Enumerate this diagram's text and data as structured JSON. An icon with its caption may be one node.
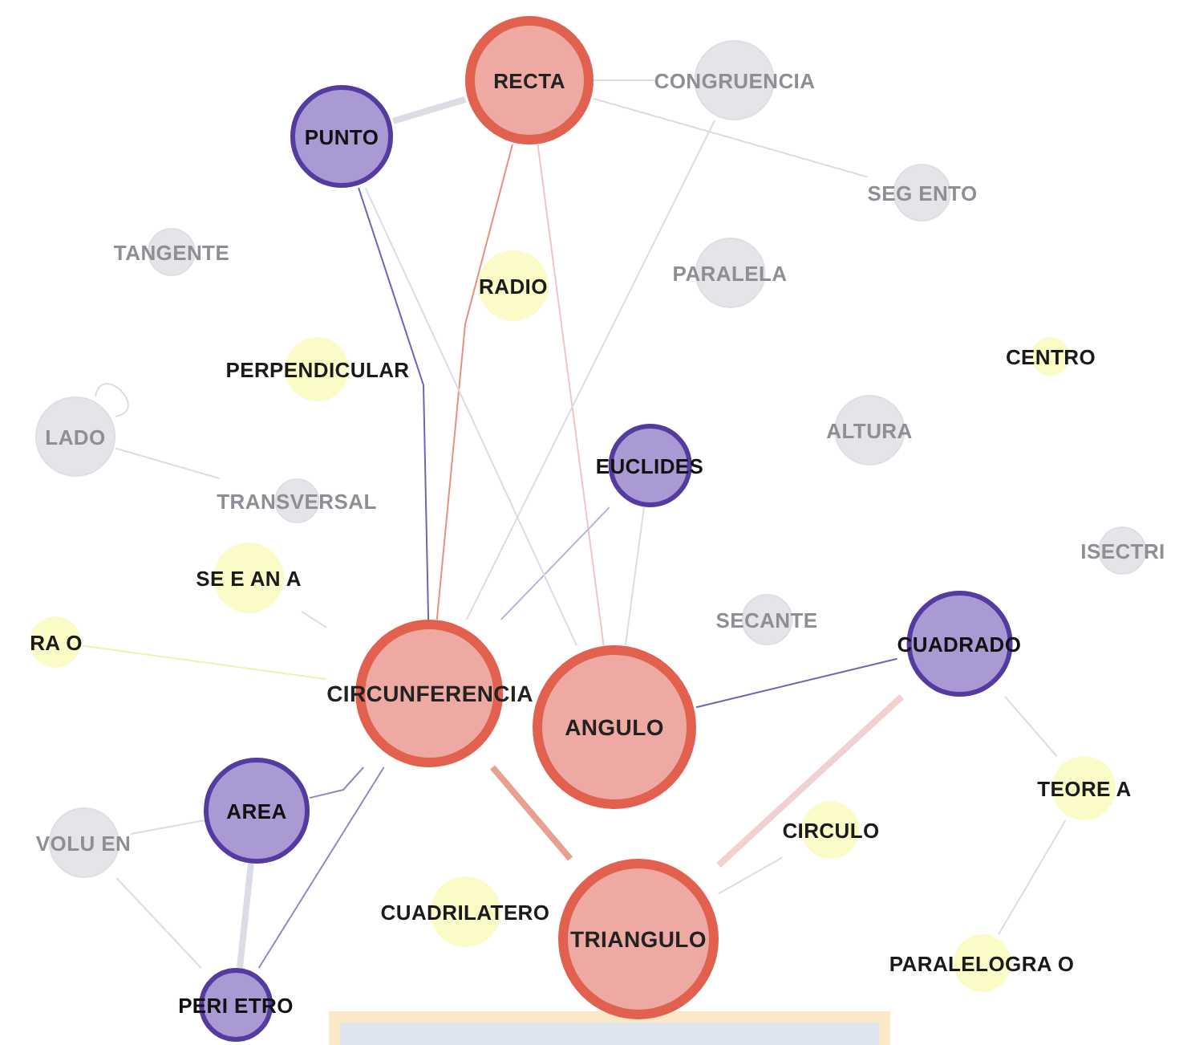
{
  "diagram": {
    "nodes": [
      {
        "text": [
          "RECTA"
        ]
      },
      {
        "text": [
          "PUNTO"
        ]
      },
      {
        "text": [
          "CONGRUENCIA"
        ]
      },
      {
        "text": [
          "SEG ENTO"
        ]
      },
      {
        "text": [
          "TANGENTE"
        ]
      },
      {
        "text": [
          "RADIO"
        ]
      },
      {
        "text": [
          "PARALELA"
        ]
      },
      {
        "text": [
          "PERPENDICULAR"
        ]
      },
      {
        "text": [
          "CENTRO"
        ]
      },
      {
        "text": [
          "LADO"
        ]
      },
      {
        "text": [
          "ALTURA"
        ]
      },
      {
        "text": [
          "EUCLIDES"
        ]
      },
      {
        "text": [
          "TRANSVERSAL"
        ]
      },
      {
        "text": [
          "SE E AN A"
        ]
      },
      {
        "text": [
          "ISECTRI"
        ]
      },
      {
        "text": [
          "RA O"
        ]
      },
      {
        "text": [
          "SECANTE"
        ]
      },
      {
        "text": [
          "CUADRADO"
        ]
      },
      {
        "text": [
          "CIRCUNFERENCIA"
        ]
      },
      {
        "text": [
          "ANGULO"
        ]
      },
      {
        "text": [
          "AREA"
        ]
      },
      {
        "text": [
          "TEORE A"
        ]
      },
      {
        "text": [
          "VOLU EN"
        ]
      },
      {
        "text": [
          "CIRCULO"
        ]
      },
      {
        "text": [
          "CUADRILATERO"
        ]
      },
      {
        "text": [
          "TRIANGULO"
        ]
      },
      {
        "text": [
          "PARALELOGRA O"
        ]
      },
      {
        "text": [
          "PERI ETRO"
        ]
      },
      {
        "text": [],
        "shape": "box"
      }
    ],
    "edges": [
      {
        "from": 1,
        "to": 18,
        "arrow": "none",
        "color": "#6a66b8"
      },
      {
        "from": 0,
        "to": 18,
        "arrow": "none",
        "color": "#e8907f"
      },
      {
        "from": 0,
        "to": 19,
        "arrow": "none",
        "color": "#f2c4c4"
      },
      {
        "from": 1,
        "to": 0,
        "arrow": "none",
        "style": "thick"
      },
      {
        "from": 0,
        "to": 2,
        "arrow": "none"
      },
      {
        "from": 0,
        "to": 3,
        "arrow": "none"
      },
      {
        "from": 11,
        "to": 18,
        "arrow": "none",
        "color": "#b9b6de"
      },
      {
        "from": 19,
        "to": 17,
        "arrow": "none",
        "color": "#6a66b8"
      },
      {
        "from": 18,
        "to": 25,
        "arrow": "none",
        "style": "thick",
        "color": "#e8a090"
      },
      {
        "from": 18,
        "to": 20,
        "arrow": "none",
        "color": "#8d8ac6"
      },
      {
        "from": 18,
        "to": 27,
        "arrow": "none",
        "color": "#8d8ac6"
      },
      {
        "from": 20,
        "to": 27,
        "arrow": "none",
        "style": "thick"
      },
      {
        "from": 17,
        "to": 25,
        "arrow": "none",
        "style": "thick",
        "color": "#f0d0d0"
      },
      {
        "from": 15,
        "to": 18,
        "arrow": "none",
        "color": "#f3f0b0"
      },
      {
        "from": 13,
        "to": 18,
        "arrow": "none"
      },
      {
        "from": 9,
        "to": 12,
        "arrow": "none"
      },
      {
        "from": 22,
        "to": 20,
        "arrow": "none"
      },
      {
        "from": 22,
        "to": 27,
        "arrow": "none"
      },
      {
        "from": 17,
        "to": 21,
        "arrow": "none"
      },
      {
        "from": 21,
        "to": 26,
        "arrow": "none"
      },
      {
        "from": 9,
        "to": 9,
        "arrow": "none"
      },
      {
        "from": 1,
        "to": 19,
        "arrow": "none"
      },
      {
        "from": 11,
        "to": 19,
        "arrow": "none"
      },
      {
        "from": 2,
        "to": 18,
        "arrow": "none"
      },
      {
        "from": 23,
        "to": 25,
        "arrow": "none"
      }
    ]
  }
}
